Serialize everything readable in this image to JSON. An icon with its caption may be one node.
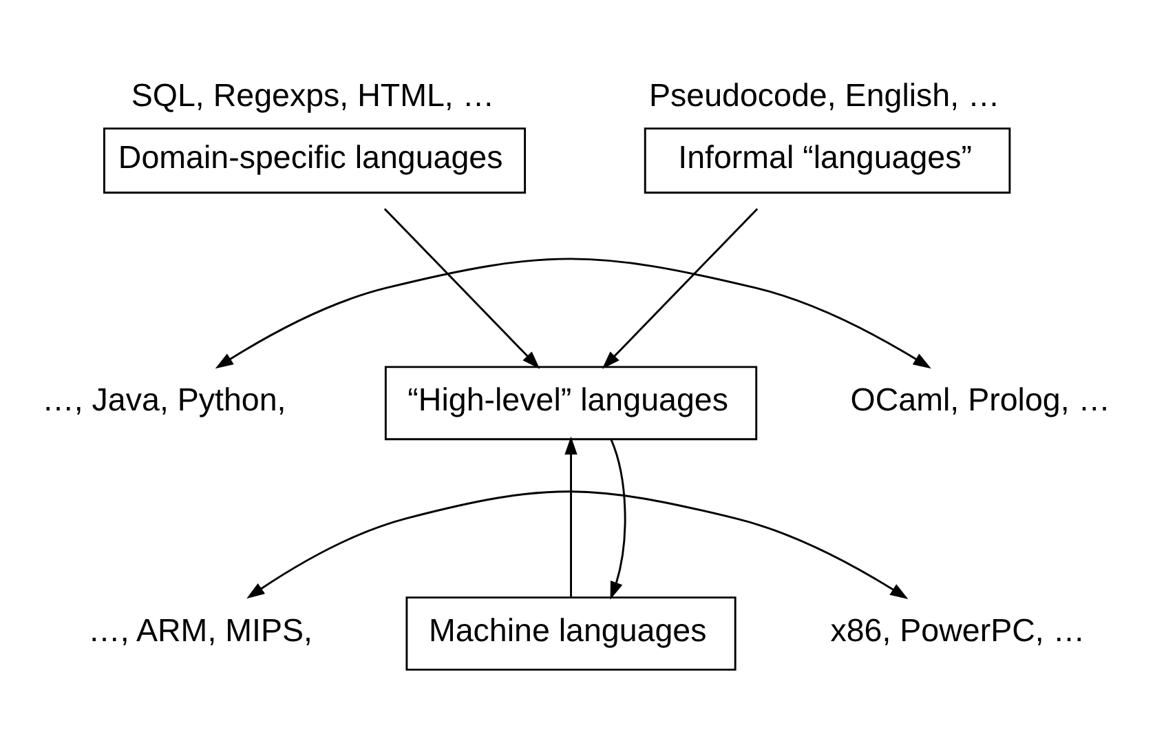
{
  "diagram": {
    "nodes": [
      {
        "text": [
          "Domain-specific languages"
        ],
        "beside": [
          "SQL, Regexps, HTML, …"
        ]
      },
      {
        "text": [
          "Informal “languages”"
        ],
        "beside": [
          "Pseudocode, English, …"
        ]
      },
      {
        "text": [
          "…, Java, Python,"
        ]
      },
      {
        "text": [
          "“High-level” languages"
        ]
      },
      {
        "text": [
          "OCaml, Prolog, …"
        ]
      },
      {
        "text": [
          "…, ARM, MIPS,"
        ]
      },
      {
        "text": [
          "Machine languages"
        ]
      },
      {
        "text": [
          "x86, PowerPC, …"
        ]
      }
    ],
    "edges": [
      {
        "from": 0,
        "to": 3,
        "arrow": "to"
      },
      {
        "from": 1,
        "to": 3,
        "arrow": "to"
      },
      {
        "from": 2,
        "to": 4,
        "arrow": "both"
      },
      {
        "from": 6,
        "to": 3,
        "arrow": "to"
      },
      {
        "from": 3,
        "to": 6,
        "arrow": "to"
      },
      {
        "from": 5,
        "to": 7,
        "arrow": "both"
      }
    ]
  }
}
